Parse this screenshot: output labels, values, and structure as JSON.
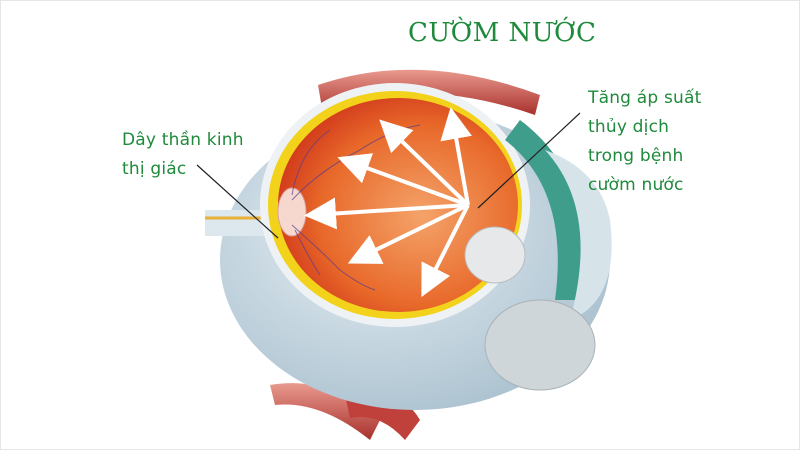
{
  "title": "CƯỜM NƯỚC",
  "labels": {
    "optic_nerve": [
      "Dây thần kinh",
      "thị giác"
    ],
    "pressure": [
      "Tăng áp suất",
      "thủy dịch",
      "trong bệnh",
      "cườm nước"
    ]
  },
  "colors": {
    "label_green": "#1f8a3b",
    "chamber_orange": "#e8692a",
    "retina_yellow": "#f3d21b",
    "sclera_blue": "#c9dbe6",
    "muscle_red": "#c8524f",
    "iris_teal": "#3f9d8c"
  }
}
